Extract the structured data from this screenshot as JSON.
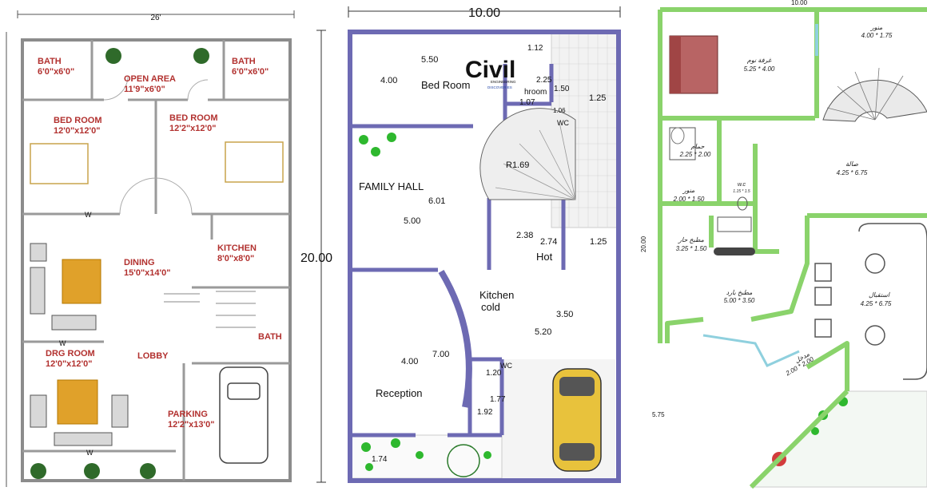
{
  "plan1": {
    "width_label": "26'",
    "rooms": {
      "bath1": {
        "name": "BATH",
        "size": "6'0\"x6'0\""
      },
      "open": {
        "name": "OPEN AREA",
        "size": "11'9\"x6'0\""
      },
      "bath2": {
        "name": "BATH",
        "size": "6'0\"x6'0\""
      },
      "bed1": {
        "name": "BED ROOM",
        "size": "12'0\"x12'0\""
      },
      "bed2": {
        "name": "BED ROOM",
        "size": "12'2\"x12'0\""
      },
      "kitchen": {
        "name": "KITCHEN",
        "size": "8'0\"x8'0\""
      },
      "dining": {
        "name": "DINING",
        "size": "15'0\"x14'0\""
      },
      "bath3": {
        "name": "BATH"
      },
      "lobby": {
        "name": "LOBBY"
      },
      "drg": {
        "name": "DRG ROOM",
        "size": "12'0\"x12'0\""
      },
      "parking": {
        "name": "PARKING",
        "size": "12'2\"x13'0\""
      }
    },
    "window_mark": "W"
  },
  "plan2": {
    "width_label": "10.00",
    "height_label": "20.00",
    "logo": {
      "main": "Civil",
      "sub1": "ENGINEERING",
      "sub2": "DISCOVERIES"
    },
    "labels": {
      "bed": "Bed Room",
      "bath": "hroom",
      "wc1": "WC",
      "family": "FAMILY HALL",
      "hot": "Hot",
      "kitchen1": "Kitchen",
      "kitchen2": "cold",
      "wc2": "WC",
      "reception": "Reception"
    },
    "dims": [
      "5.50",
      "4.00",
      "1.12",
      "2.25",
      "1.50",
      "1.07",
      "1.06",
      "1.25",
      "R1.69",
      "6.01",
      "5.00",
      "2.38",
      "2.74",
      "1.25",
      "3.50",
      "5.20",
      "7.00",
      "4.00",
      "1.20",
      "1.77",
      "1.92",
      "1.74"
    ]
  },
  "plan3": {
    "width_label": "10.00",
    "height_label": "20.00",
    "side_label": "5.75",
    "rooms": [
      {
        "name": "غرفة نوم",
        "size": "5.25 * 4.00"
      },
      {
        "name": "منور",
        "size": "4.00 * 1.75"
      },
      {
        "name": "حمام",
        "size": "2.25 * 2.00"
      },
      {
        "name": "صالة",
        "size": "4.25 * 6.75"
      },
      {
        "name": "منور",
        "size": "2.00 * 1.50"
      },
      {
        "name": "w.c",
        "size": "1.15 * 1.5"
      },
      {
        "name": "مطبخ حار",
        "size": "3.25 * 1.50"
      },
      {
        "name": "مطبخ بارد",
        "size": "5.00 * 3.50"
      },
      {
        "name": "استقبال",
        "size": "4.25 * 6.75"
      },
      {
        "name": "مدخل",
        "size": "2.00 * 2.00"
      }
    ]
  }
}
